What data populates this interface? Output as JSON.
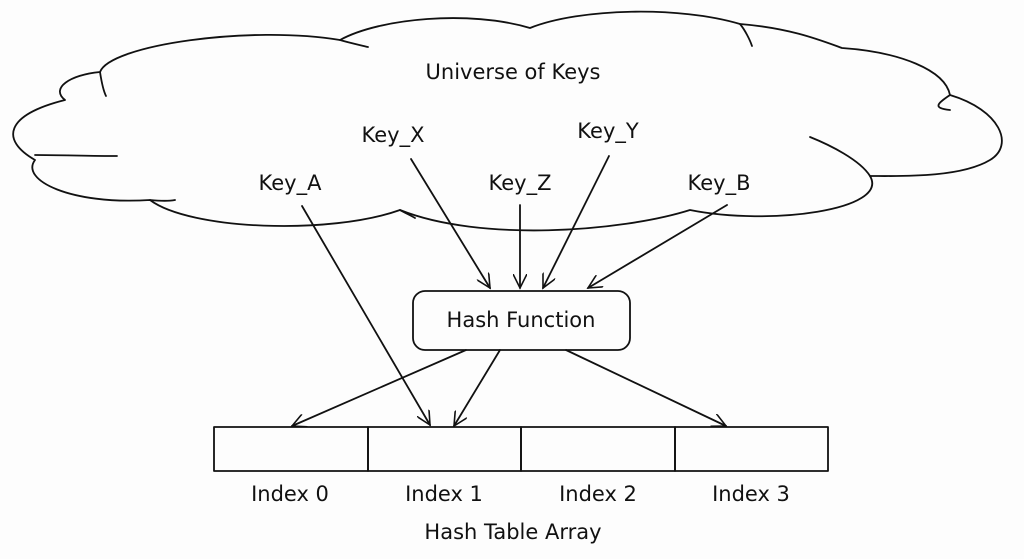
{
  "cloud": {
    "title": "Universe of Keys"
  },
  "keys": [
    {
      "id": "a",
      "label": "Key_A",
      "target": "index-1"
    },
    {
      "id": "x",
      "label": "Key_X",
      "target": "hash-function"
    },
    {
      "id": "z",
      "label": "Key_Z",
      "target": "hash-function"
    },
    {
      "id": "y",
      "label": "Key_Y",
      "target": "hash-function"
    },
    {
      "id": "b",
      "label": "Key_B",
      "target": "hash-function"
    }
  ],
  "hash_function": {
    "label": "Hash Function",
    "outputs": [
      "Index 0",
      "Index 1",
      "Index 3"
    ]
  },
  "array": {
    "title": "Hash Table Array",
    "slots": [
      "Index 0",
      "Index 1",
      "Index 2",
      "Index 3"
    ]
  }
}
